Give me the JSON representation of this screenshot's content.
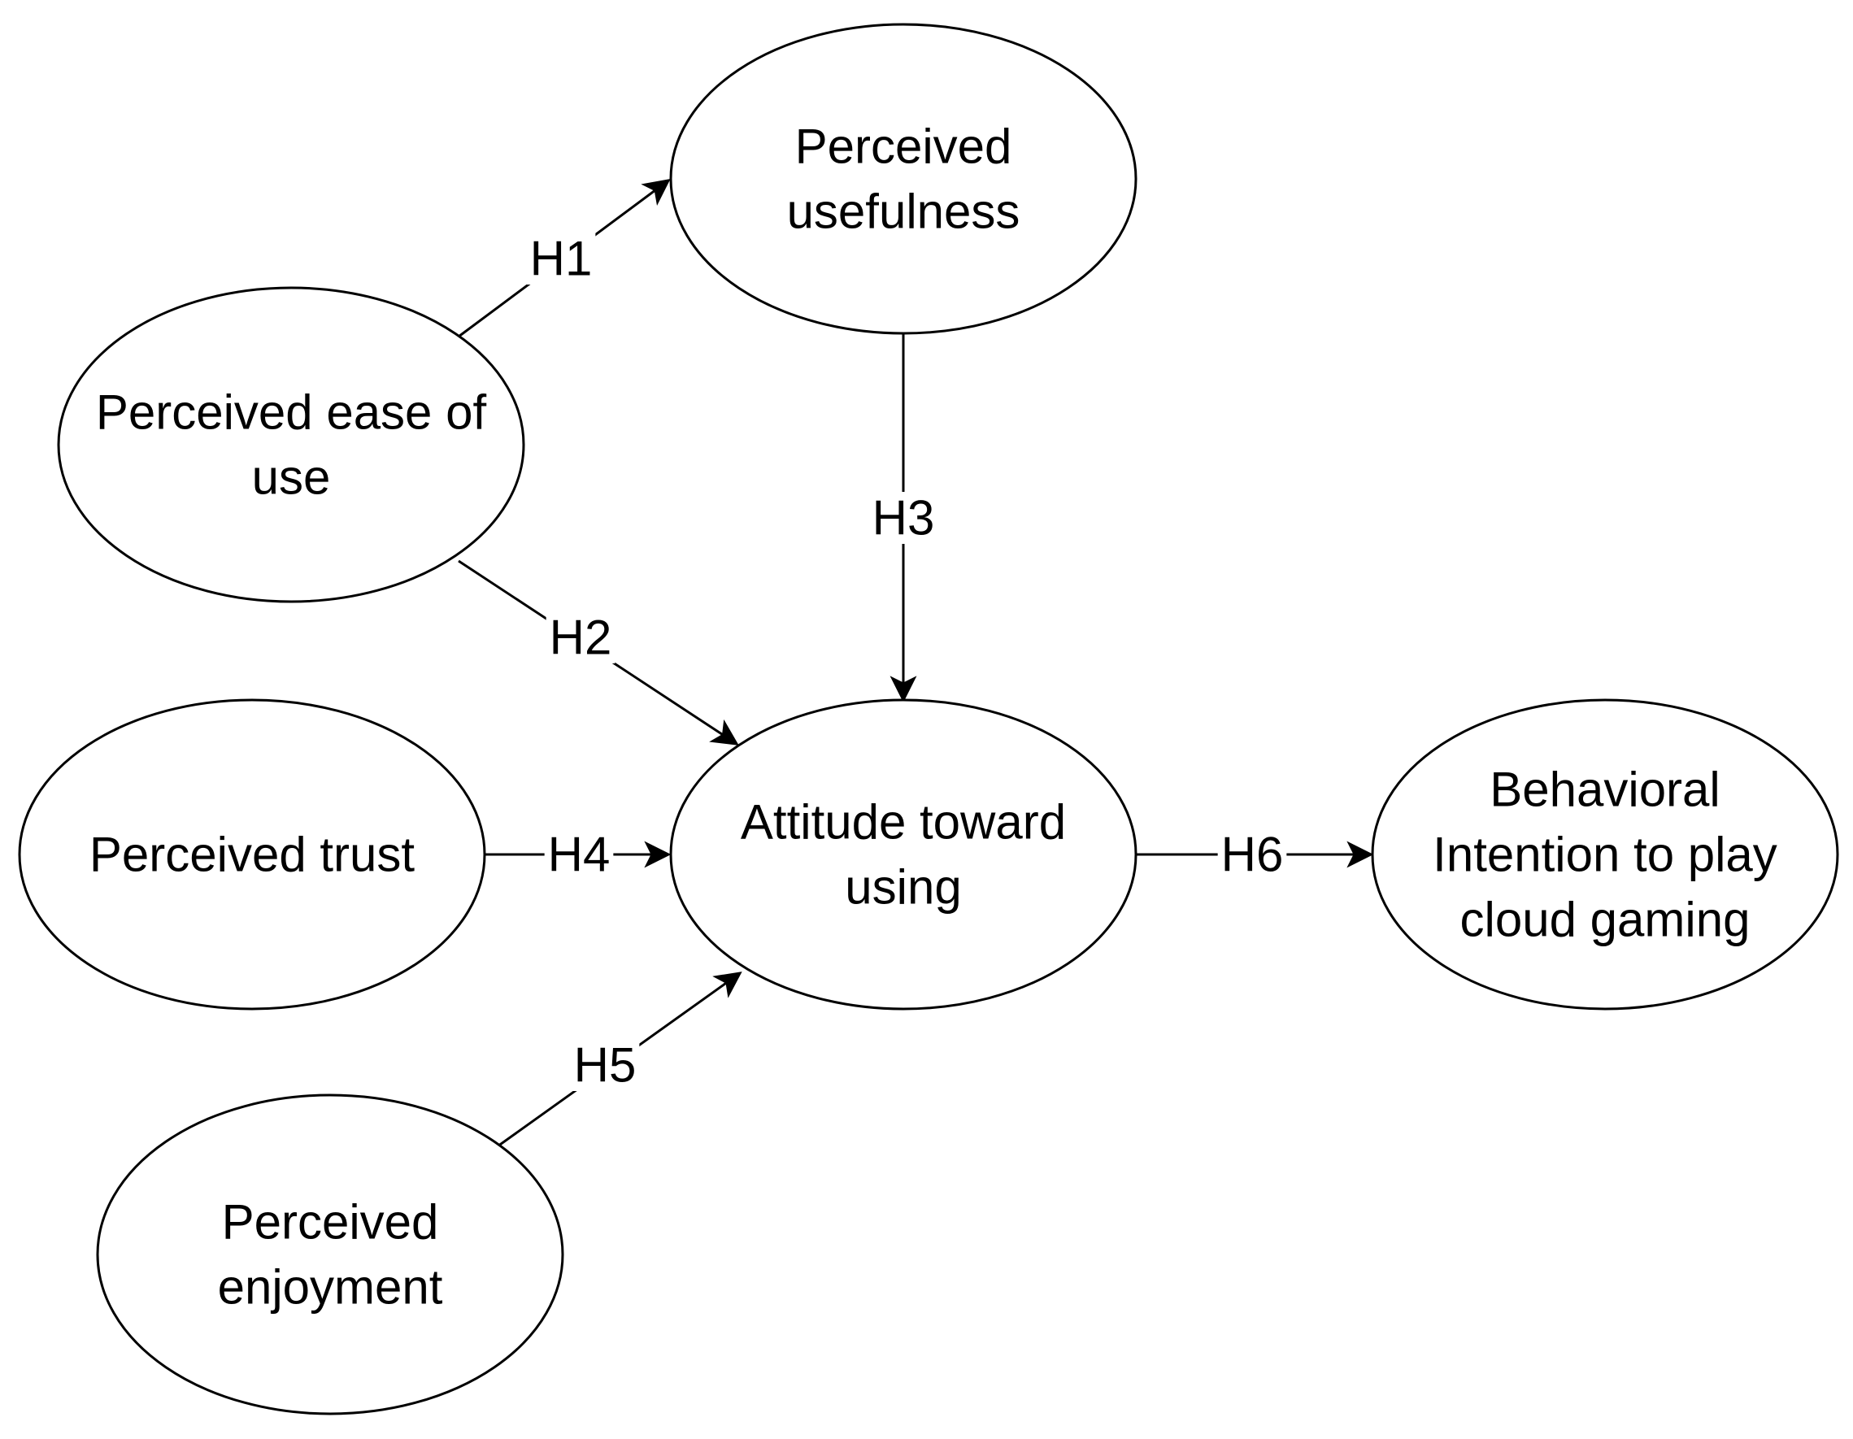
{
  "colors": {
    "stroke": "#000000",
    "fill": "#ffffff",
    "text": "#000000"
  },
  "nodes": [
    {
      "id": "pu",
      "lines": [
        "Perceived",
        "usefulness"
      ]
    },
    {
      "id": "peou",
      "lines": [
        "Perceived ease of",
        "use"
      ]
    },
    {
      "id": "pt",
      "lines": [
        "Perceived trust"
      ]
    },
    {
      "id": "pe",
      "lines": [
        "Perceived",
        "enjoyment"
      ]
    },
    {
      "id": "att",
      "lines": [
        "Attitude toward",
        "using"
      ]
    },
    {
      "id": "bi",
      "lines": [
        "Behavioral",
        "Intention to play",
        "cloud gaming"
      ]
    }
  ],
  "edges": [
    {
      "id": "h1",
      "from": "peou",
      "to": "pu",
      "label": "H1"
    },
    {
      "id": "h2",
      "from": "peou",
      "to": "att",
      "label": "H2"
    },
    {
      "id": "h3",
      "from": "pu",
      "to": "att",
      "label": "H3"
    },
    {
      "id": "h4",
      "from": "pt",
      "to": "att",
      "label": "H4"
    },
    {
      "id": "h5",
      "from": "pe",
      "to": "att",
      "label": "H5"
    },
    {
      "id": "h6",
      "from": "att",
      "to": "bi",
      "label": "H6"
    }
  ]
}
